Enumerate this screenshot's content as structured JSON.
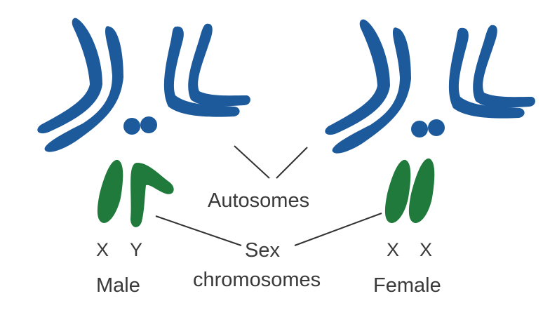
{
  "labels": {
    "autosomes": "Autosomes",
    "sex_chromosomes_line1": "Sex",
    "sex_chromosomes_line2": "chromosomes",
    "male": "Male",
    "female": "Female",
    "male_x": "X",
    "male_y": "Y",
    "female_x1": "X",
    "female_x2": "X"
  },
  "colors": {
    "autosome": "#1d5a9c",
    "sex_chromosome": "#1f7a3b",
    "line": "#333333",
    "text": "#3a3a3a"
  }
}
